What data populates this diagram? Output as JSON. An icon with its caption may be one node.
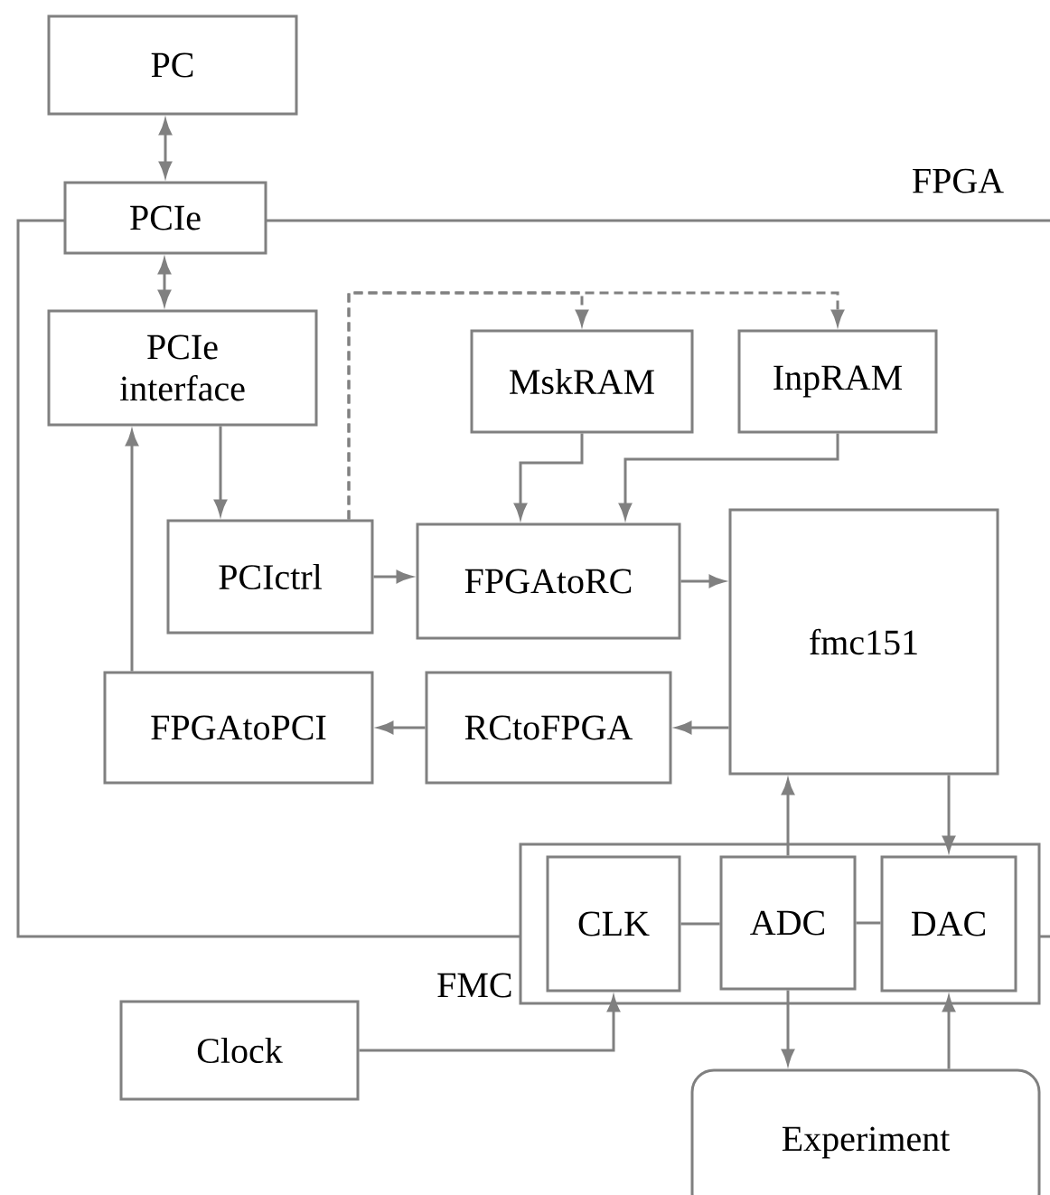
{
  "diagram": {
    "nodes": [
      {
        "text": [
          "PC"
        ]
      },
      {
        "text": [
          "FPGA"
        ]
      },
      {
        "text": [
          "PCIe"
        ]
      },
      {
        "text": [
          "PCIe interface"
        ],
        "in": 1
      },
      {
        "text": [
          "MskRAM"
        ],
        "in": 1
      },
      {
        "text": [
          "InpRAM"
        ],
        "in": 1
      },
      {
        "text": [
          "PCIctrl"
        ],
        "in": 1
      },
      {
        "text": [
          "FPGAtoRC"
        ],
        "in": 1
      },
      {
        "text": [
          "fmc151"
        ],
        "in": 1
      },
      {
        "text": [
          "FPGAtoPCI"
        ],
        "in": 1
      },
      {
        "text": [
          "RCtoFPGA"
        ],
        "in": 1
      },
      {
        "text": [
          "FMC"
        ]
      },
      {
        "text": [
          "CLK"
        ],
        "in": 11
      },
      {
        "text": [
          "ADC"
        ],
        "in": 11
      },
      {
        "text": [
          "DAC"
        ],
        "in": 11
      },
      {
        "text": [
          "Clock"
        ]
      },
      {
        "text": [
          "Experiment"
        ]
      }
    ],
    "edges": [
      {
        "from": 0,
        "to": 2,
        "arrow": "both"
      },
      {
        "from": 2,
        "to": 3,
        "arrow": "both"
      },
      {
        "from": 3,
        "to": 6,
        "arrow": "to"
      },
      {
        "from": 9,
        "to": 3,
        "arrow": "to"
      },
      {
        "from": 6,
        "to": 4,
        "arrow": "to",
        "style": "dashed"
      },
      {
        "from": 6,
        "to": 5,
        "arrow": "to",
        "style": "dashed"
      },
      {
        "from": 4,
        "to": 7,
        "arrow": "to"
      },
      {
        "from": 5,
        "to": 7,
        "arrow": "to"
      },
      {
        "from": 6,
        "to": 7,
        "arrow": "to"
      },
      {
        "from": 7,
        "to": 8,
        "arrow": "to"
      },
      {
        "from": 8,
        "to": 10,
        "arrow": "to"
      },
      {
        "from": 10,
        "to": 9,
        "arrow": "to"
      },
      {
        "from": 13,
        "to": 8,
        "arrow": "to"
      },
      {
        "from": 8,
        "to": 14,
        "arrow": "to"
      },
      {
        "from": 12,
        "to": 13,
        "arrow": "none"
      },
      {
        "from": 13,
        "to": 14,
        "arrow": "none"
      },
      {
        "from": 15,
        "to": 12,
        "arrow": "to"
      },
      {
        "from": 13,
        "to": 16,
        "arrow": "to"
      },
      {
        "from": 16,
        "to": 14,
        "arrow": "to"
      }
    ]
  }
}
